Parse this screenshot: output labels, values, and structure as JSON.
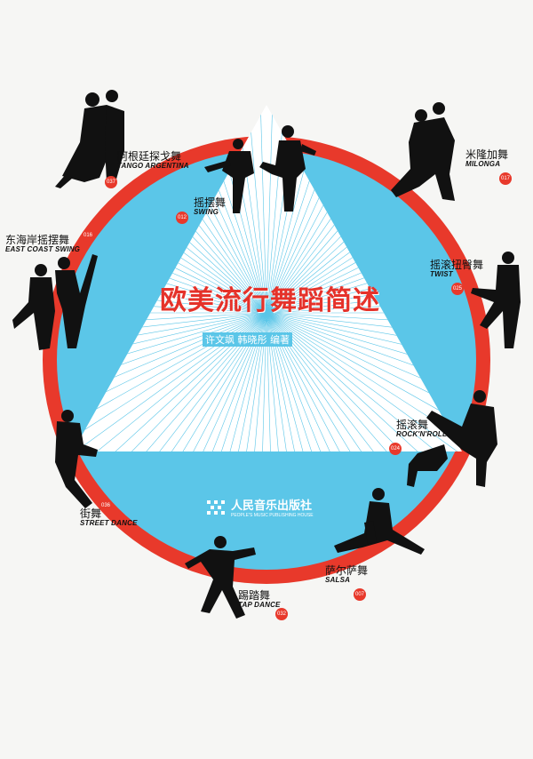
{
  "book": {
    "title": "欧美流行舞蹈简述",
    "editors": "许文飒 韩晓彤 编著",
    "publisher_cn": "人民音乐出版社",
    "publisher_en": "PEOPLE'S MUSIC PUBLISHING HOUSE"
  },
  "dances": [
    {
      "zh": "阿根廷探戈舞",
      "en": "TANGO ARGENTINA",
      "page": "037"
    },
    {
      "zh": "摇摆舞",
      "en": "SWING",
      "page": "012"
    },
    {
      "zh": "米隆加舞",
      "en": "MILONGA",
      "page": "017"
    },
    {
      "zh": "东海岸摇摆舞",
      "en": "EAST COAST SWING",
      "page": "016"
    },
    {
      "zh": "摇滚扭臀舞",
      "en": "TWIST",
      "page": "025"
    },
    {
      "zh": "摇滚舞",
      "en": "ROCK'N'ROLL",
      "page": "024"
    },
    {
      "zh": "街舞",
      "en": "STREET DANCE",
      "page": "036"
    },
    {
      "zh": "萨尔萨舞",
      "en": "SALSA",
      "page": "007"
    },
    {
      "zh": "踢踏舞",
      "en": "TAP DANCE",
      "page": "032"
    }
  ],
  "colors": {
    "ring": "#e8392b",
    "disc": "#5bc6e8",
    "triangle": "#ffffff",
    "title": "#e5322a"
  }
}
